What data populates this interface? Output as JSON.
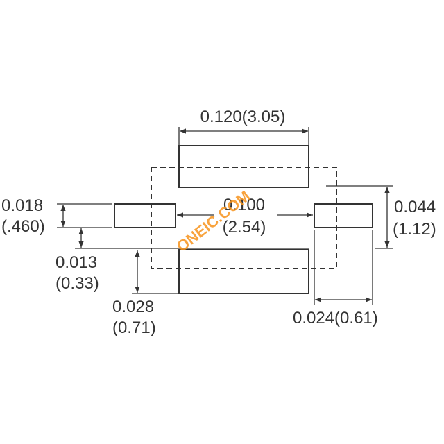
{
  "colors": {
    "line": "#333333",
    "watermark": "#f7941d"
  },
  "dimensions": {
    "top_width": "0.120(3.05)",
    "pitch_in": "0.100",
    "pitch_mm": "(2.54)",
    "left_pad_height_in": "0.018",
    "left_pad_height_mm": "(.460)",
    "gap_in": "0.013",
    "gap_mm": "(0.33)",
    "bottom_pad_height_in": "0.028",
    "bottom_pad_height_mm": "(0.71)",
    "right_pad_width": "0.024(0.61)",
    "right_height_in": "0.044",
    "right_height_mm": "(1.12)"
  },
  "watermark": "ONEIC.COM"
}
